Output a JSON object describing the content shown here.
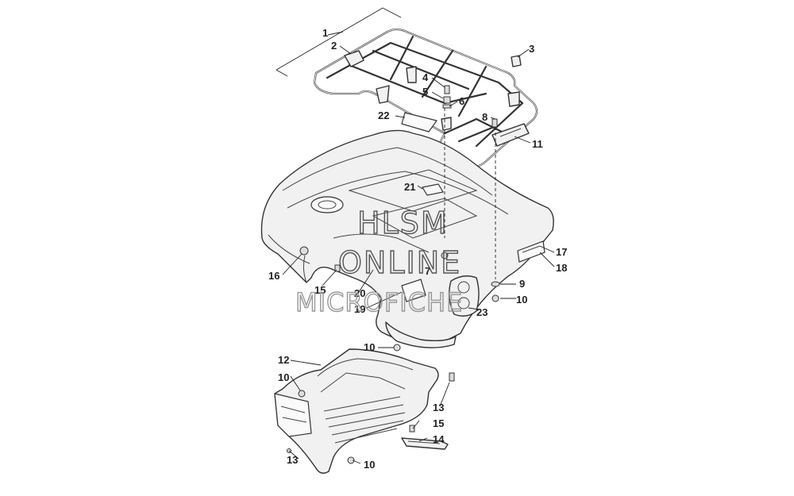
{
  "watermark": {
    "line1": "HLSM",
    "line2": "ONLINE",
    "line3": "MICROFICHE"
  },
  "callouts": [
    "1",
    "2",
    "3",
    "4",
    "5",
    "6",
    "8",
    "11",
    "22",
    "21",
    "16",
    "15",
    "20",
    "19",
    "17",
    "18",
    "9",
    "10",
    "23",
    "10",
    "12",
    "10",
    "13",
    "15",
    "14",
    "13",
    "10",
    "7"
  ],
  "colors": {
    "line": "#333333",
    "fill": "#f1f1f1",
    "background": "#ffffff"
  }
}
